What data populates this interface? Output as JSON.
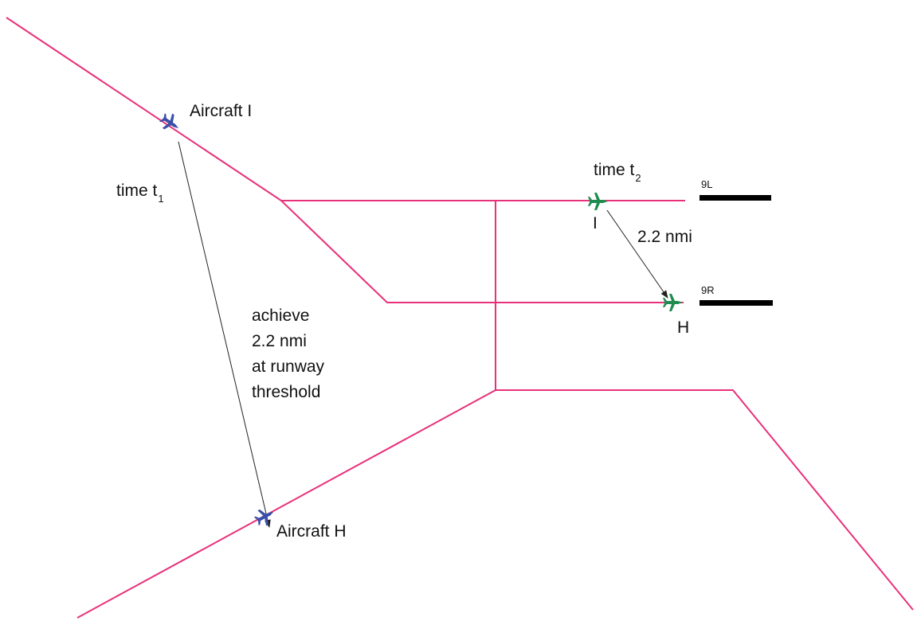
{
  "labels": {
    "aircraft_i": "Aircraft I",
    "aircraft_h": "Aircraft H",
    "time_t1_prefix": "time t",
    "time_t1_sub": "1",
    "time_t2_prefix": "time t",
    "time_t2_sub": "2",
    "runway_9l": "9L",
    "runway_9r": "9R",
    "green_i": "I",
    "green_h": "H",
    "separation": "2.2 nmi",
    "goal_lines": [
      "achieve",
      "2.2 nmi",
      "at runway",
      "threshold"
    ]
  },
  "colors": {
    "route": "#E8317A",
    "aircraft_initial": "#3B4FA8",
    "aircraft_final": "#1E8C4E",
    "runway": "#000000"
  },
  "icons": {
    "aircraft": "airplane-icon"
  }
}
